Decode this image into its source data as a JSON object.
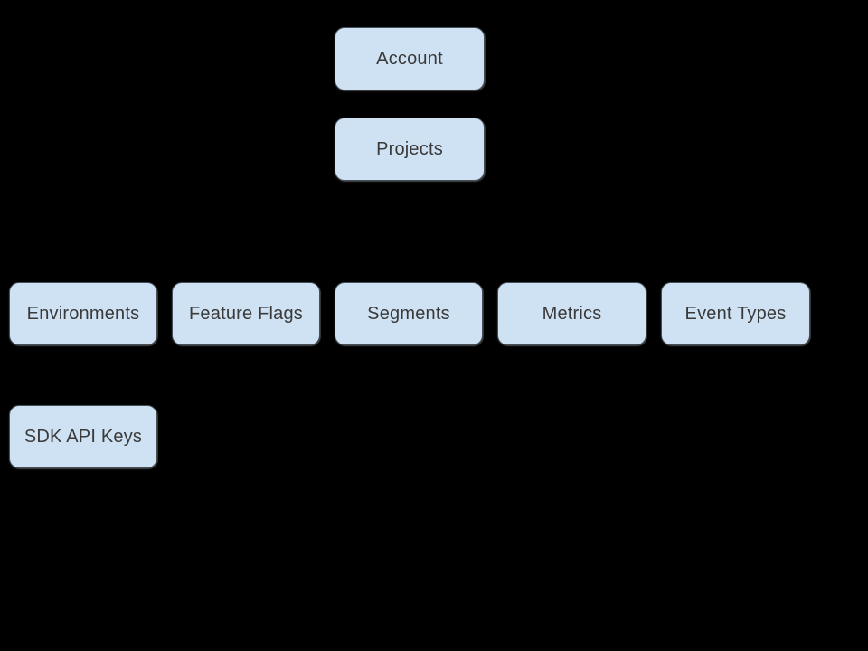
{
  "diagram": {
    "colors": {
      "background": "#000000",
      "node_fill": "#cfe2f3",
      "node_border": "#454f58",
      "node_text": "#3a3a3a"
    },
    "nodes": [
      {
        "label": "Account"
      },
      {
        "label": "Projects"
      },
      {
        "label": "Environments"
      },
      {
        "label": "Feature Flags"
      },
      {
        "label": "Segments"
      },
      {
        "label": "Metrics"
      },
      {
        "label": "Event Types"
      },
      {
        "label": "SDK API Keys"
      }
    ]
  }
}
